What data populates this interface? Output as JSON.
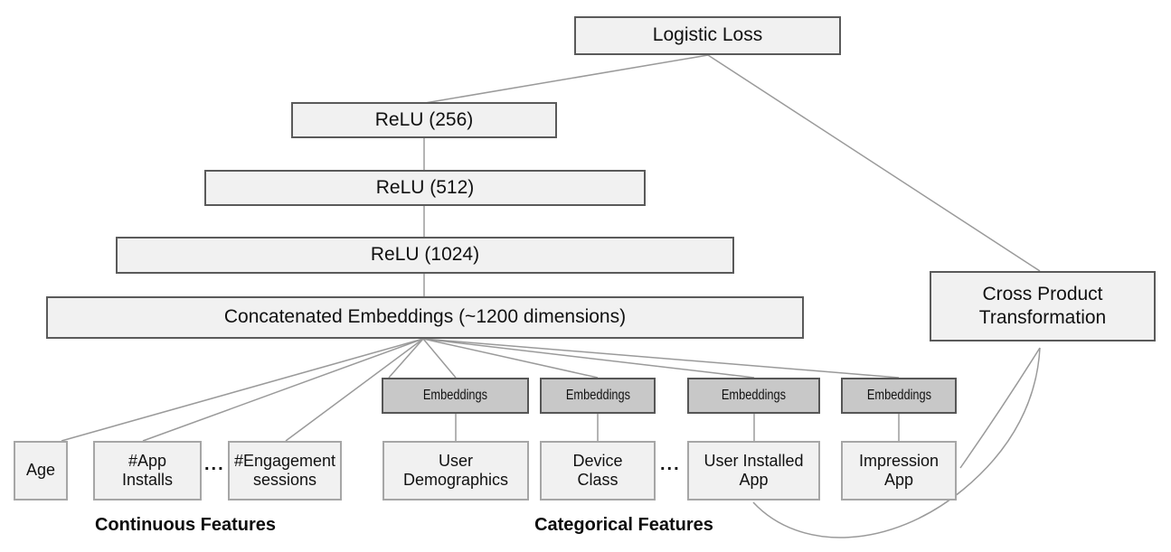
{
  "diagram_title": "Wide and Deep model architecture diagram",
  "colors": {
    "box_fill_light": "#f1f1f1",
    "box_fill_gray": "#c8c8c8",
    "box_border_dark": "#5a5a5a",
    "box_border_light": "#a6a6a6",
    "edge_gray": "#9a9a9a",
    "text": "#111111"
  },
  "nodes": {
    "logistic_loss": {
      "label": "Logistic Loss"
    },
    "relu_256": {
      "label": "ReLU (256)"
    },
    "relu_512": {
      "label": "ReLU (512)"
    },
    "relu_1024": {
      "label": "ReLU (1024)"
    },
    "concat": {
      "label": "Concatenated Embeddings (~1200 dimensions)"
    },
    "cross_product": {
      "line1": "Cross Product",
      "line2": "Transformation"
    },
    "embeddings": {
      "label": "Embeddings"
    },
    "age": {
      "label": "Age"
    },
    "app_installs": {
      "line1": "#App",
      "line2": "Installs"
    },
    "engagement_sessions": {
      "line1": "#Engagement",
      "line2": "sessions"
    },
    "user_demographics": {
      "line1": "User",
      "line2": "Demographics"
    },
    "device_class": {
      "line1": "Device",
      "line2": "Class"
    },
    "user_installed_app": {
      "line1": "User Installed",
      "line2": "App"
    },
    "impression_app": {
      "line1": "Impression",
      "line2": "App"
    }
  },
  "separators": {
    "dots": "..."
  },
  "group_labels": {
    "continuous": "Continuous Features",
    "categorical": "Categorical Features"
  }
}
